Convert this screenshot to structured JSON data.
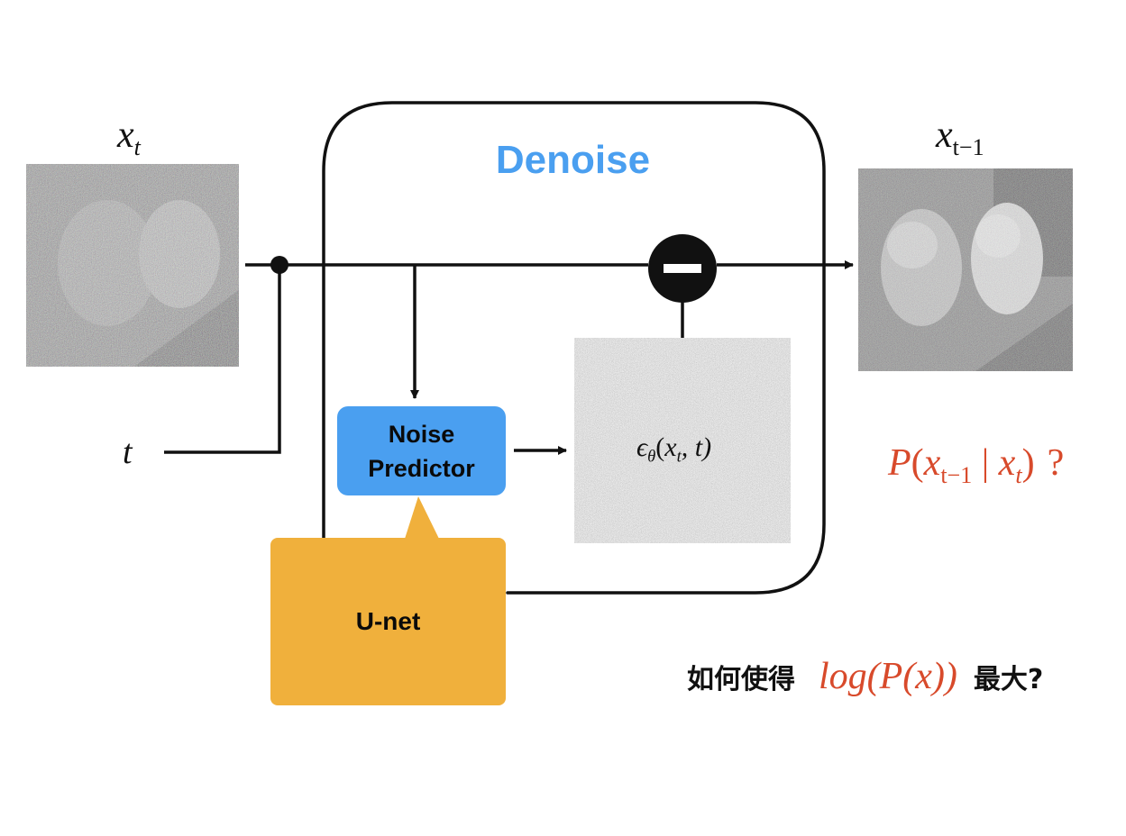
{
  "labels": {
    "x_t": {
      "base": "x",
      "sub": "t"
    },
    "x_t_minus_1": {
      "base": "x",
      "sub": "t−1"
    },
    "t": "t",
    "denoise": "Denoise",
    "noise_predictor": {
      "line1": "Noise",
      "line2": "Predictor"
    },
    "unet": "U-net",
    "epsilon": {
      "sym": "ϵ",
      "sub": "θ",
      "open": "(",
      "x": "x",
      "xsub": "t",
      "rest": ", t)"
    },
    "probability": {
      "p": "P",
      "open": "(",
      "x1": "x",
      "x1sub": "t−1",
      "bar": " | ",
      "x2": "x",
      "x2sub": "t",
      "close": ")",
      "q": "?"
    },
    "bottom_question": {
      "pre": "如何使得",
      "expr": "log(P(x))",
      "post": "最大?"
    }
  },
  "colors": {
    "accent_blue": "#4a9ff0",
    "unet_orange": "#f0b03c",
    "red_text": "#d84a2b",
    "stroke": "#111111"
  },
  "icons": {
    "minus_operator": "minus-circle-icon"
  }
}
